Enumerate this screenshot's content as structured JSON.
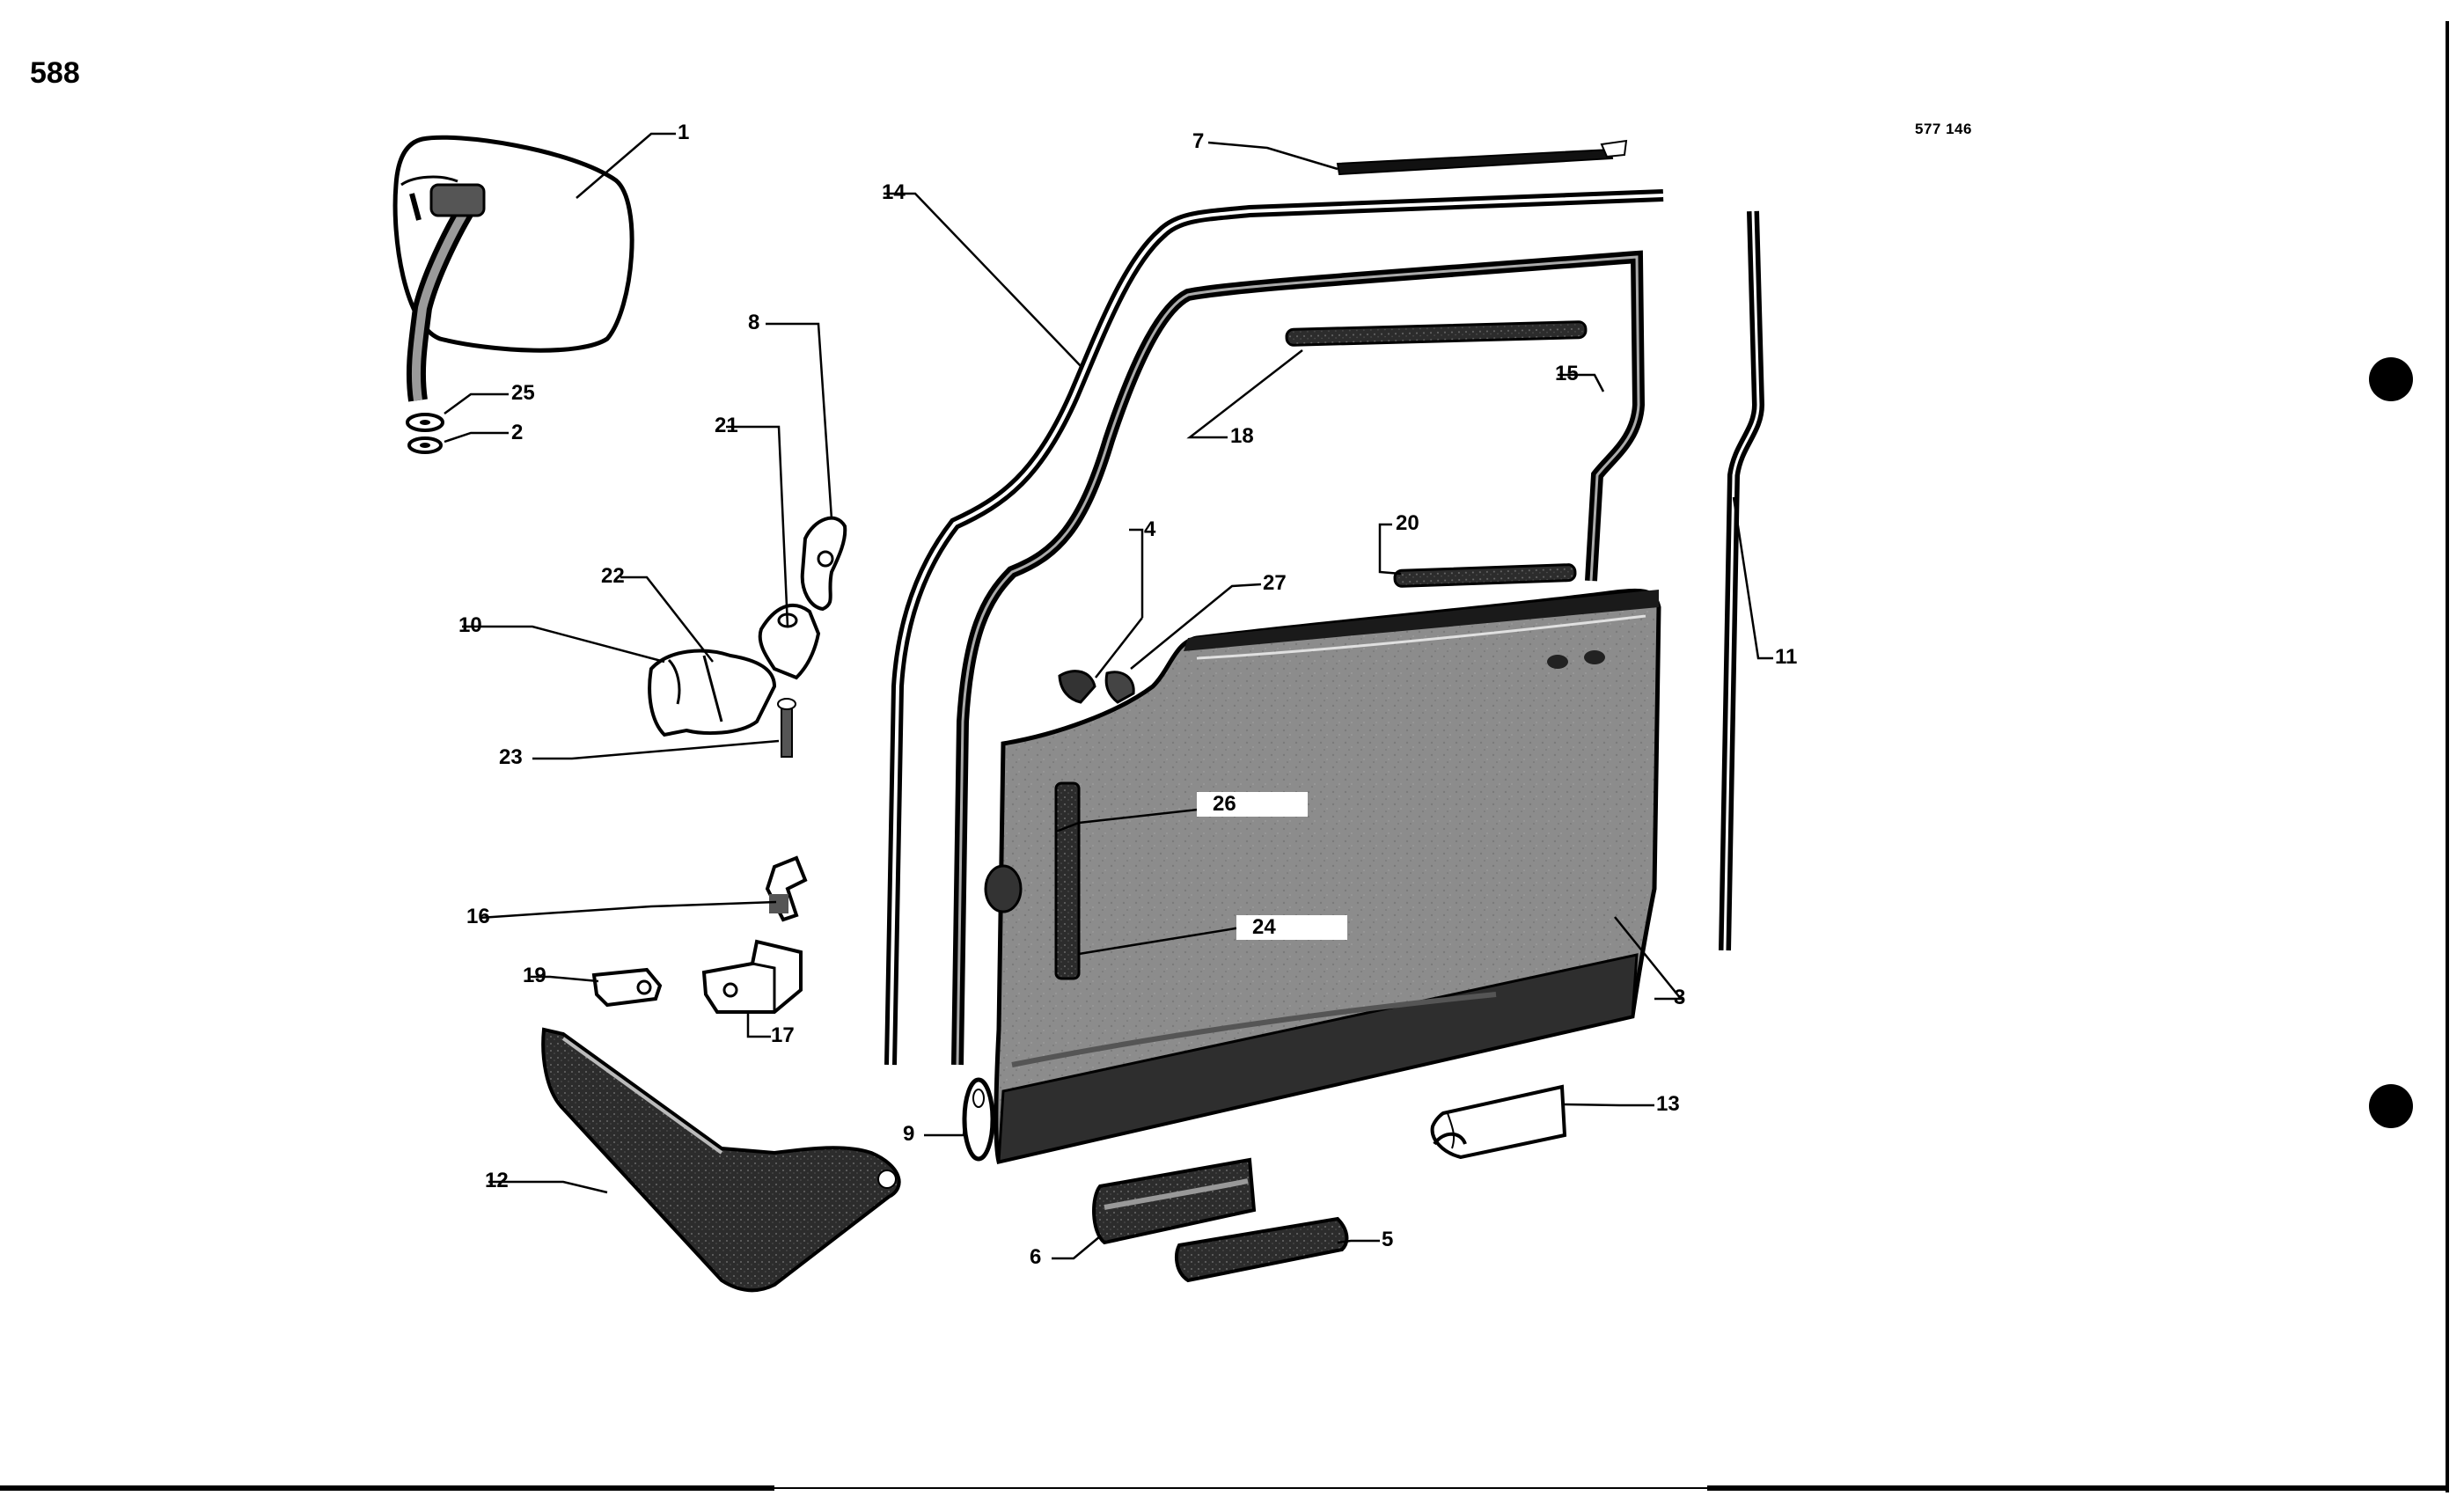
{
  "page": {
    "number": "588",
    "drawing_number": "577 146"
  },
  "callouts": {
    "c1": "1",
    "c2": "2",
    "c3": "3",
    "c4": "4",
    "c5": "5",
    "c6": "6",
    "c7": "7",
    "c8": "8",
    "c9": "9",
    "c10": "10",
    "c11": "11",
    "c12": "12",
    "c13": "13",
    "c14": "14",
    "c15": "15",
    "c16": "16",
    "c17": "17",
    "c18": "18",
    "c19": "19",
    "c20": "20",
    "c21": "21",
    "c22": "22",
    "c23": "23",
    "c24": "24",
    "c25": "25",
    "c26": "26",
    "c27": "27"
  },
  "colors": {
    "ink": "#000000",
    "paper": "#ffffff",
    "panel": "#8a8a8a",
    "panel_dark": "#3c3c3c",
    "seal": "#1c1c1c"
  }
}
